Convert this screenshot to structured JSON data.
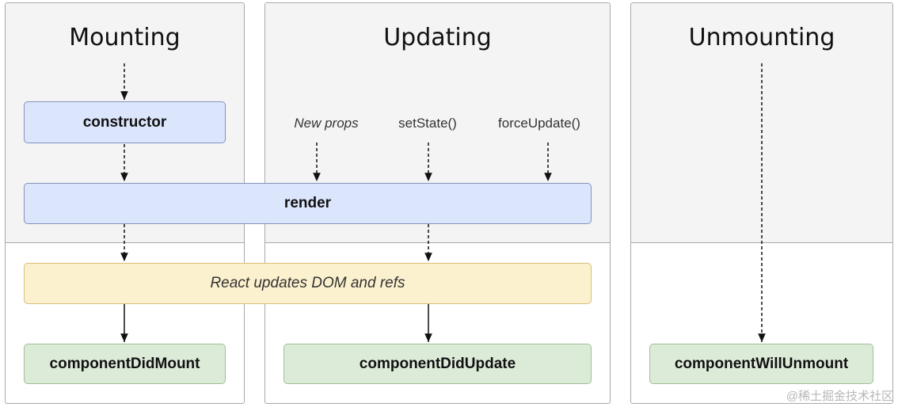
{
  "phases": {
    "mounting": {
      "title": "Mounting"
    },
    "updating": {
      "title": "Updating"
    },
    "unmounting": {
      "title": "Unmounting"
    }
  },
  "nodes": {
    "constructor": "constructor",
    "render": "render",
    "react_updates": "React updates DOM and refs",
    "component_did_mount": "componentDidMount",
    "component_did_update": "componentDidUpdate",
    "component_will_unmount": "componentWillUnmount"
  },
  "triggers": {
    "new_props": "New props",
    "set_state": "setState()",
    "force_update": "forceUpdate()"
  },
  "watermark": "@稀土掘金技术社区",
  "colors": {
    "blue_fill": "#dbe5fc",
    "yellow_fill": "#fcf1ce",
    "green_fill": "#dcebd8",
    "panel_top_fill": "#f4f4f4"
  }
}
